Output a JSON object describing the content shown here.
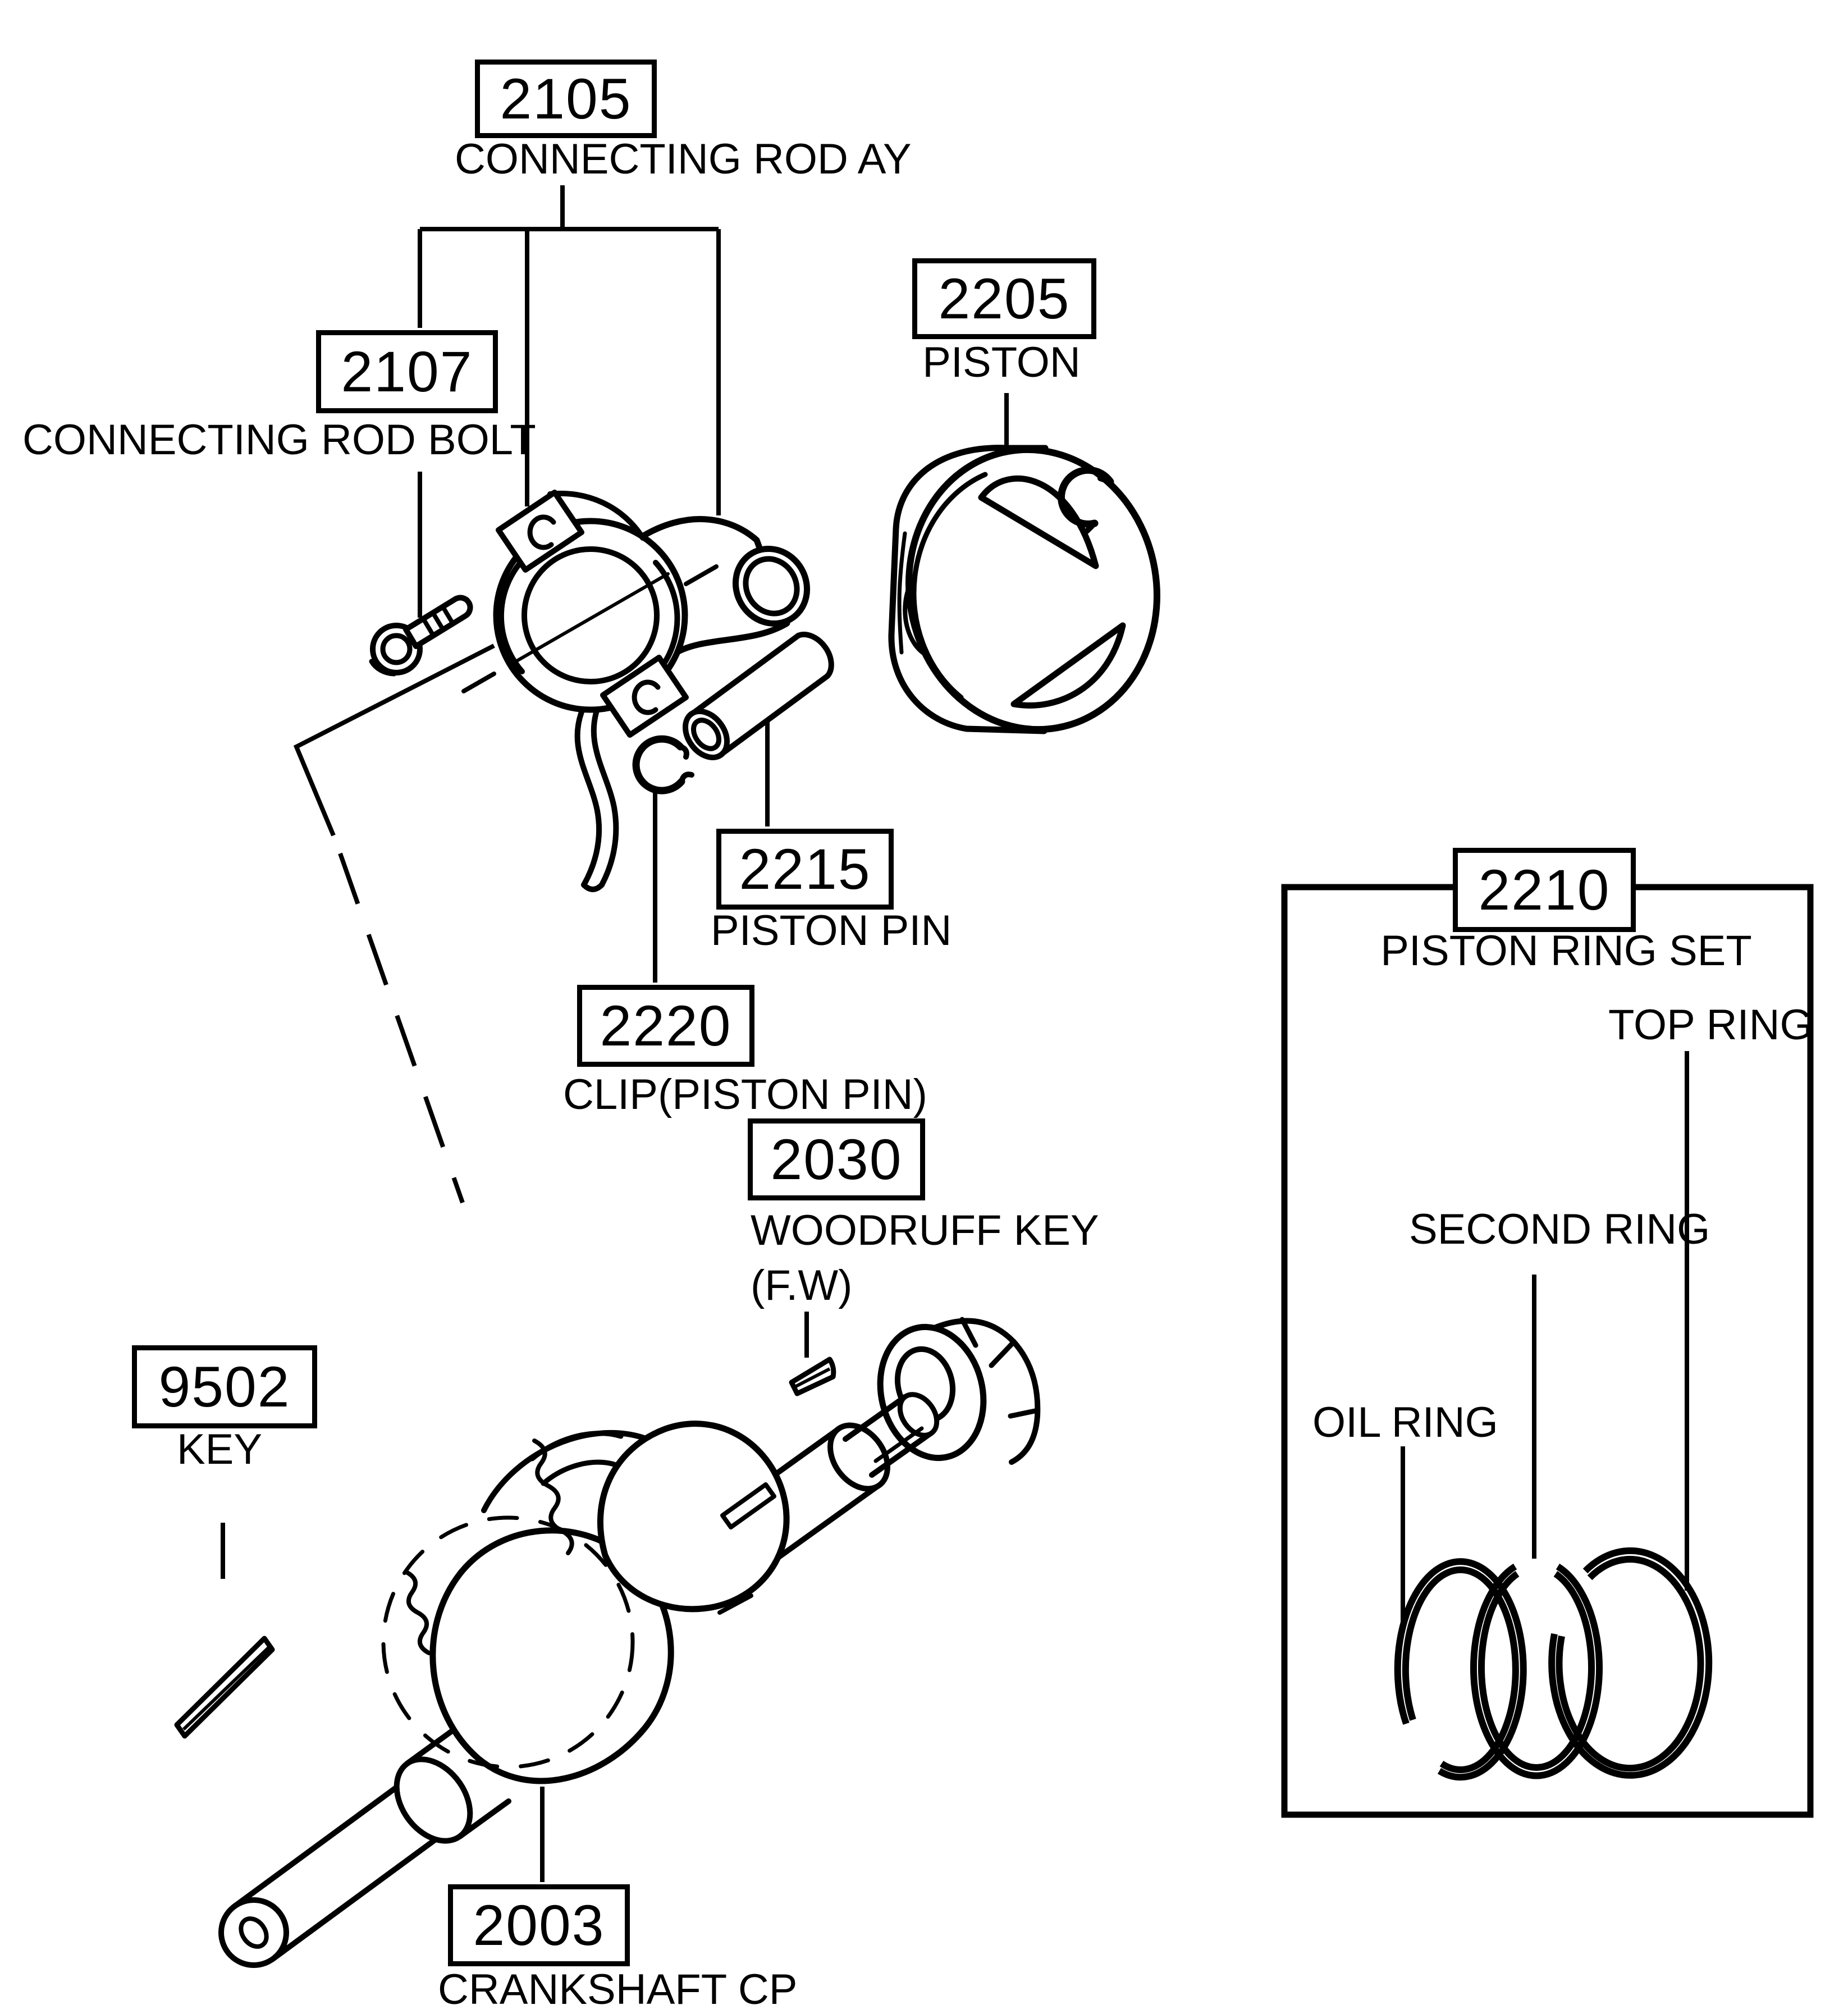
{
  "page": {
    "background": "#ffffff",
    "ink": "#000000",
    "type": "exploded-parts-diagram"
  },
  "parts": {
    "connecting_rod": {
      "number": "2105",
      "name": "CONNECTING ROD AY"
    },
    "rod_bolt": {
      "number": "2107",
      "name": "CONNECTING ROD BOLT"
    },
    "piston": {
      "number": "2205",
      "name": "PISTON"
    },
    "piston_pin": {
      "number": "2215",
      "name": "PISTON PIN"
    },
    "pin_clip": {
      "number": "2220",
      "name": "CLIP(PISTON PIN)"
    },
    "woodruff_key": {
      "number": "2030",
      "name": "WOODRUFF KEY",
      "note": "(F.W)"
    },
    "key": {
      "number": "9502",
      "name": "KEY"
    },
    "crankshaft": {
      "number": "2003",
      "name": "CRANKSHAFT CP"
    },
    "piston_ring_set": {
      "number": "2210",
      "name": "PISTON RING SET",
      "rings": {
        "top": "TOP RING",
        "second": "SECOND RING",
        "oil": "OIL RING"
      }
    }
  }
}
